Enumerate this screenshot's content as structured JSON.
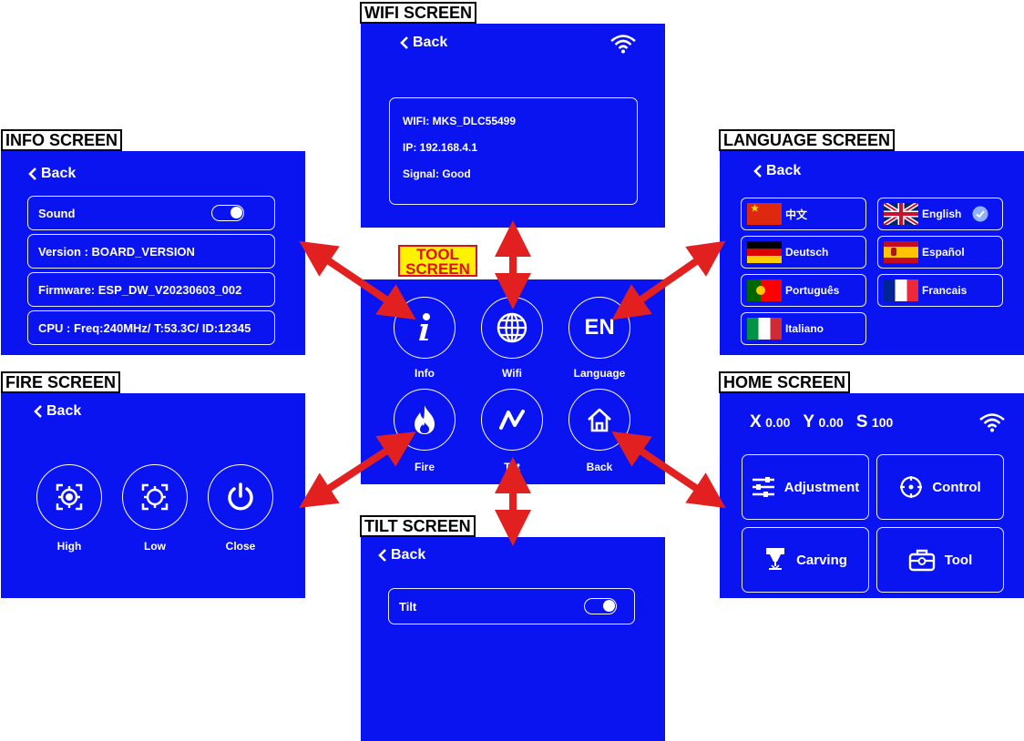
{
  "labels": {
    "wifi": "WIFI SCREEN",
    "info": "INFO SCREEN",
    "language": "LANGUAGE SCREEN",
    "fire": "FIRE SCREEN",
    "home": "HOME SCREEN",
    "tilt": "TILT SCREEN",
    "tool_line1": "TOOL",
    "tool_line2": "SCREEN"
  },
  "common": {
    "back": "Back"
  },
  "wifi_screen": {
    "ssid": "WIFI: MKS_DLC55499",
    "ip": "IP: 192.168.4.1",
    "signal": "Signal: Good"
  },
  "info_screen": {
    "sound": "Sound",
    "version": "Version  : BOARD_VERSION",
    "firmware": "Firmware: ESP_DW_V20230603_002",
    "cpu": "CPU  : Freq:240MHz/ T:53.3C/ ID:12345"
  },
  "language_screen": {
    "items": [
      "中文",
      "English",
      "Deutsch",
      "Español",
      "Português",
      "Francais",
      "Italiano"
    ]
  },
  "tool_screen": {
    "info": "Info",
    "wifi": "Wifi",
    "language": "Language",
    "language_icon": "EN",
    "fire": "Fire",
    "tilt": "Tilt",
    "back": "Back"
  },
  "fire_screen": {
    "high": "High",
    "low": "Low",
    "close": "Close"
  },
  "home_screen": {
    "x_label": "X",
    "x_value": "0.00",
    "y_label": "Y",
    "y_value": "0.00",
    "s_label": "S",
    "s_value": "100",
    "adjustment": "Adjustment",
    "control": "Control",
    "carving": "Carving",
    "tool": "Tool"
  },
  "tilt_screen": {
    "tilt": "Tilt"
  },
  "colors": {
    "screen_bg": "#0a14f0",
    "arrow": "#e32020",
    "tool_label_bg": "#fff200"
  }
}
